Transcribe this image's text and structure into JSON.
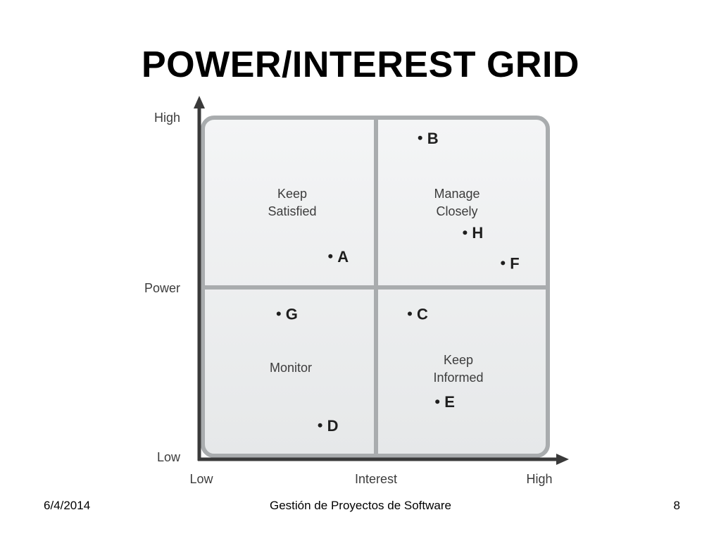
{
  "slide": {
    "title": "POWER/INTEREST GRID",
    "footer_date": "6/4/2014",
    "footer_center": "Gestión de Proyectos de Software",
    "page_number": "8"
  },
  "grid": {
    "y_axis": {
      "top": "High",
      "middle": "Power",
      "bottom": "Low"
    },
    "x_axis": {
      "left": "Low",
      "middle": "Interest",
      "right": "High"
    },
    "quadrants": {
      "top_left": [
        "Keep",
        "Satisfied"
      ],
      "top_right": [
        "Manage",
        "Closely"
      ],
      "bottom_left": [
        "Monitor"
      ],
      "bottom_right": [
        "Keep",
        "Informed"
      ]
    },
    "stakeholders": [
      {
        "label": "A",
        "interest": 0.37,
        "power": 0.59
      },
      {
        "label": "B",
        "interest": 0.63,
        "power": 0.94
      },
      {
        "label": "C",
        "interest": 0.6,
        "power": 0.42
      },
      {
        "label": "D",
        "interest": 0.34,
        "power": 0.09
      },
      {
        "label": "E",
        "interest": 0.68,
        "power": 0.16
      },
      {
        "label": "F",
        "interest": 0.87,
        "power": 0.57
      },
      {
        "label": "G",
        "interest": 0.22,
        "power": 0.42
      },
      {
        "label": "H",
        "interest": 0.76,
        "power": 0.66
      }
    ],
    "colors": {
      "border": "#a9acae",
      "fill": "#eef0f1",
      "text": "#3c3c3c",
      "axis": "#3a3a3a"
    }
  }
}
